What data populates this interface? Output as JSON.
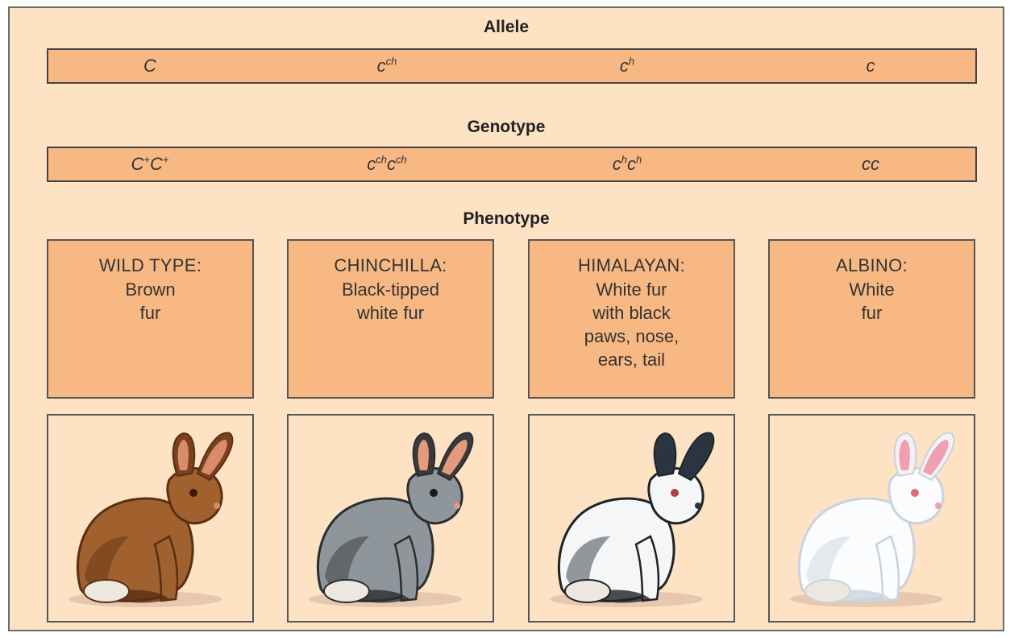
{
  "sections": {
    "allele_title": "Allele",
    "genotype_title": "Genotype",
    "phenotype_title": "Phenotype"
  },
  "alleles": [
    {
      "base": "C",
      "sup": ""
    },
    {
      "base": "c",
      "sup": "ch"
    },
    {
      "base": "c",
      "sup": "h"
    },
    {
      "base": "c",
      "sup": ""
    }
  ],
  "genotypes": [
    {
      "a": "C",
      "a_sup": "+",
      "b": "C",
      "b_sup": "+"
    },
    {
      "a": "c",
      "a_sup": "ch",
      "b": "c",
      "b_sup": "ch"
    },
    {
      "a": "c",
      "a_sup": "h",
      "b": "c",
      "b_sup": "h"
    },
    {
      "a": "c",
      "a_sup": "",
      "b": "c",
      "b_sup": ""
    }
  ],
  "phenotypes": [
    {
      "name": "WILD TYPE:",
      "description": "Brown\nfur"
    },
    {
      "name": "CHINCHILLA:",
      "description": "Black-tipped\nwhite fur"
    },
    {
      "name": "HIMALAYAN:",
      "description": "White fur\nwith black\npaws, nose,\nears, tail"
    },
    {
      "name": "ALBINO:",
      "description": "White\nfur"
    }
  ],
  "rabbits": [
    {
      "label": "wild-type-rabbit",
      "body": "#a0612f",
      "shade": "#5a2f12",
      "ear": "#7a4020",
      "inner_ear": "#d98c6a",
      "eye": "#3a1a0a"
    },
    {
      "label": "chinchilla-rabbit",
      "body": "#8e969c",
      "shade": "#2b2e31",
      "ear": "#3a3a3a",
      "inner_ear": "#e39b7c",
      "eye": "#1a1a1a"
    },
    {
      "label": "himalayan-rabbit",
      "body": "#f4f6f8",
      "shade": "#1f2326",
      "ear": "#2a3540",
      "inner_ear": "#2a3540",
      "eye": "#b04040"
    },
    {
      "label": "albino-rabbit",
      "body": "#fbfcfd",
      "shade": "#c9d3dd",
      "ear": "#f2f2f4",
      "inner_ear": "#ef9fb0",
      "eye": "#e06a7a"
    }
  ]
}
